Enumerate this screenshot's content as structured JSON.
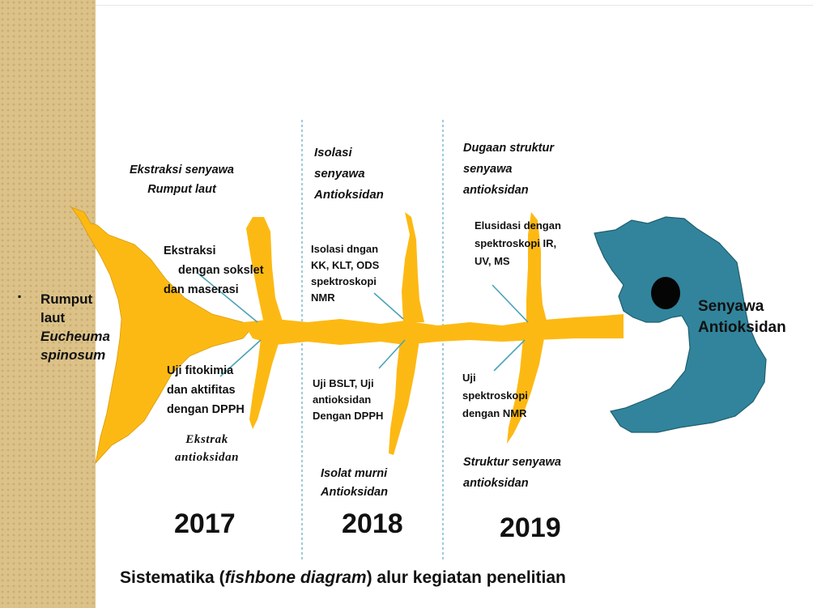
{
  "source_label": {
    "bullet": "▪",
    "line1": "Rumput",
    "line2": "laut",
    "line3": "Eucheuma",
    "line4": "spinosum"
  },
  "target_label": {
    "line1": "Senyawa",
    "line2": "Antioksidan"
  },
  "columns": [
    {
      "heading": [
        "Ekstraksi senyawa",
        "Rumput laut"
      ],
      "upper_activity": [
        "Ekstraksi",
        "dengan  sokslet",
        "dan maserasi"
      ],
      "lower_activity": [
        "Uji fitokimia",
        "dan aktifitas",
        "dengan DPPH"
      ],
      "output": [
        "Ekstrak",
        "antioksidan"
      ],
      "year": "2017"
    },
    {
      "heading": [
        "Isolasi",
        "senyawa",
        "Antioksidan"
      ],
      "upper_activity": [
        "Isolasi  dngan",
        "KK, KLT, ODS",
        "spektroskopi",
        "NMR"
      ],
      "lower_activity": [
        "Uji BSLT, Uji",
        "antioksidan",
        "Dengan DPPH"
      ],
      "output": [
        "Isolat murni",
        "Antioksidan"
      ],
      "year": "2018"
    },
    {
      "heading": [
        "Dugaan struktur",
        "senyawa",
        "antioksidan"
      ],
      "upper_activity": [
        "Elusidasi dengan",
        "spektroskopi IR,",
        "UV, MS"
      ],
      "lower_activity": [
        "Uji",
        "spektroskopi",
        "dengan NMR"
      ],
      "output": [
        "Struktur senyawa",
        "antioksidan"
      ],
      "year": "2019"
    }
  ],
  "caption": {
    "before": "Sistematika (",
    "italic": "fishbone diagram",
    "after": ") alur kegiatan penelitian"
  },
  "colors": {
    "bone": "#fdb913",
    "head": "#31849b",
    "head_border": "#1f5f70",
    "connector": "#4aa3b8",
    "divider": "#5aa7c4",
    "strip": "#dcc288"
  }
}
